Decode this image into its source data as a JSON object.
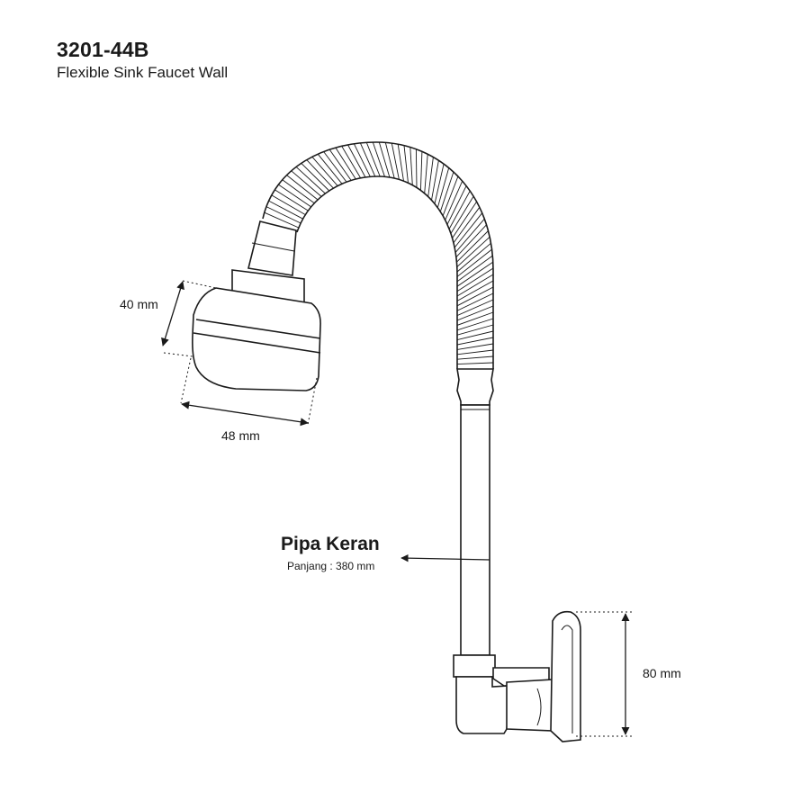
{
  "product": {
    "code": "3201-44B",
    "description": "Flexible Sink Faucet Wall"
  },
  "dimensions": {
    "head_height": "40 mm",
    "head_width": "48 mm",
    "handle_height": "80 mm"
  },
  "pipe": {
    "title": "Pipa Keran",
    "length_label": "Panjang : 380 mm"
  },
  "colors": {
    "line": "#1a1a1a",
    "background": "#ffffff"
  }
}
